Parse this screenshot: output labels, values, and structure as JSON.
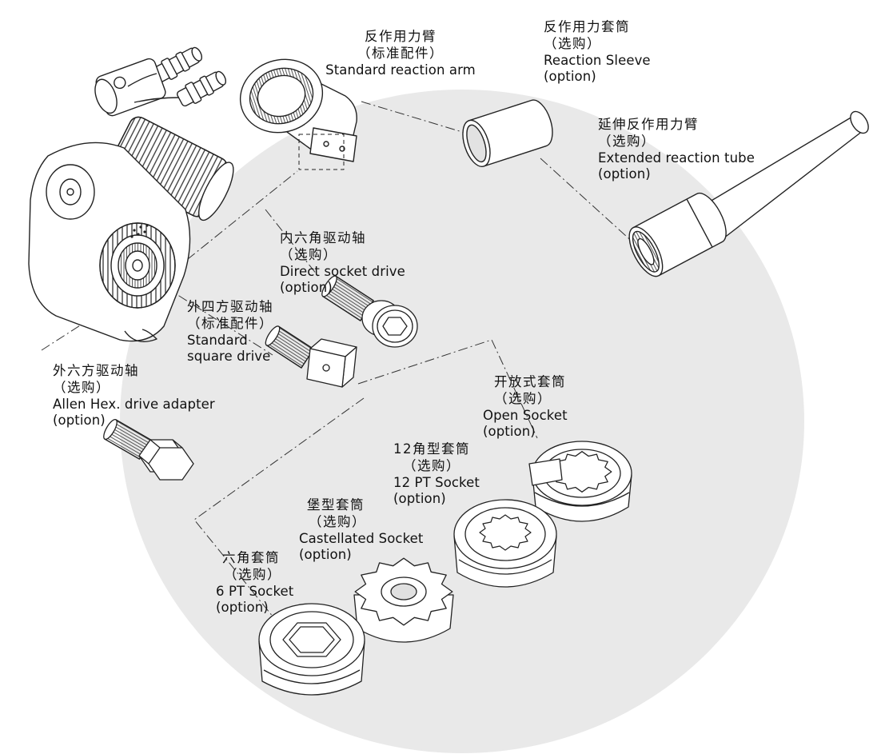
{
  "diagram": {
    "background_circle_color": "#e9e9e9",
    "line_color": "#222222",
    "text_color": "#111111"
  },
  "labels": {
    "reaction_arm": {
      "zh": "反作用力臂",
      "zh_paren": "（标准配件）",
      "en1": "Standard reaction arm"
    },
    "reaction_sleeve": {
      "zh": "反作用力套筒",
      "zh_paren": "（选购）",
      "en1": "Reaction Sleeve",
      "en2": "(option)"
    },
    "extended_tube": {
      "zh": "延伸反作用力臂",
      "zh_paren": "（选购）",
      "en1": "Extended reaction tube",
      "en2": "(option)"
    },
    "direct_socket_drive": {
      "zh": "内六角驱动轴",
      "zh_paren": "（选购）",
      "en1": "Direct socket drive",
      "en2": "(option)"
    },
    "square_drive": {
      "zh": "外四方驱动轴",
      "zh_paren": "（标准配件）",
      "en1": "Standard",
      "en2": "square drive"
    },
    "allen_hex_adapter": {
      "zh": "外六方驱动轴",
      "zh_paren": "（选购）",
      "en1": "Allen Hex. drive adapter",
      "en2": "(option)"
    },
    "open_socket": {
      "zh": "开放式套筒",
      "zh_paren": "（选购）",
      "en1": "Open Socket",
      "en2": "(option)"
    },
    "socket_12pt": {
      "zh": "12角型套筒",
      "zh_paren": "（选购）",
      "en1": "12 PT Socket",
      "en2": "(option)"
    },
    "castellated_socket": {
      "zh": "堡型套筒",
      "zh_paren": "（选购）",
      "en1": "Castellated Socket",
      "en2": "(option)"
    },
    "socket_6pt": {
      "zh": "六角套筒",
      "zh_paren": "（选购）",
      "en1": "6 PT Socket",
      "en2": "(option)"
    }
  }
}
